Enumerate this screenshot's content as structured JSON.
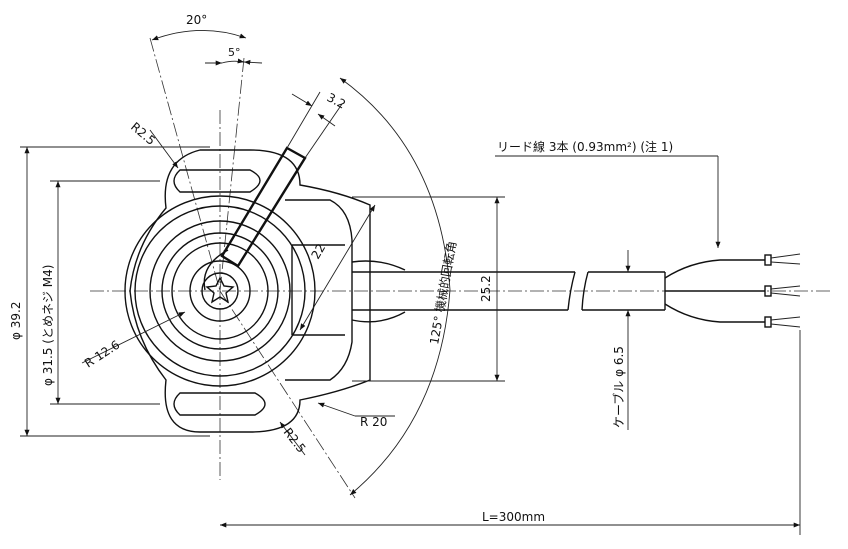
{
  "labels": {
    "angle_20": "20°",
    "angle_5": "5°",
    "width_3_2": "3.2",
    "radius_2_5_top": "R2.5",
    "radius_2_5_bottom": "R2.5",
    "dim_22": "22",
    "dim_25_2": "25.2",
    "radius_12_6": "R 12.6",
    "radius_20": "R 20",
    "dia_39_2": "φ 39.2",
    "dia_31_5": "φ 31.5 (とめネジ M4)",
    "rotation_angle": "125° 機械的回転角",
    "lead_wires": "リード線 3本 (0.93mm²) (注 1)",
    "cable_dia": "ケーブル φ 6.5",
    "length": "L=300mm"
  }
}
